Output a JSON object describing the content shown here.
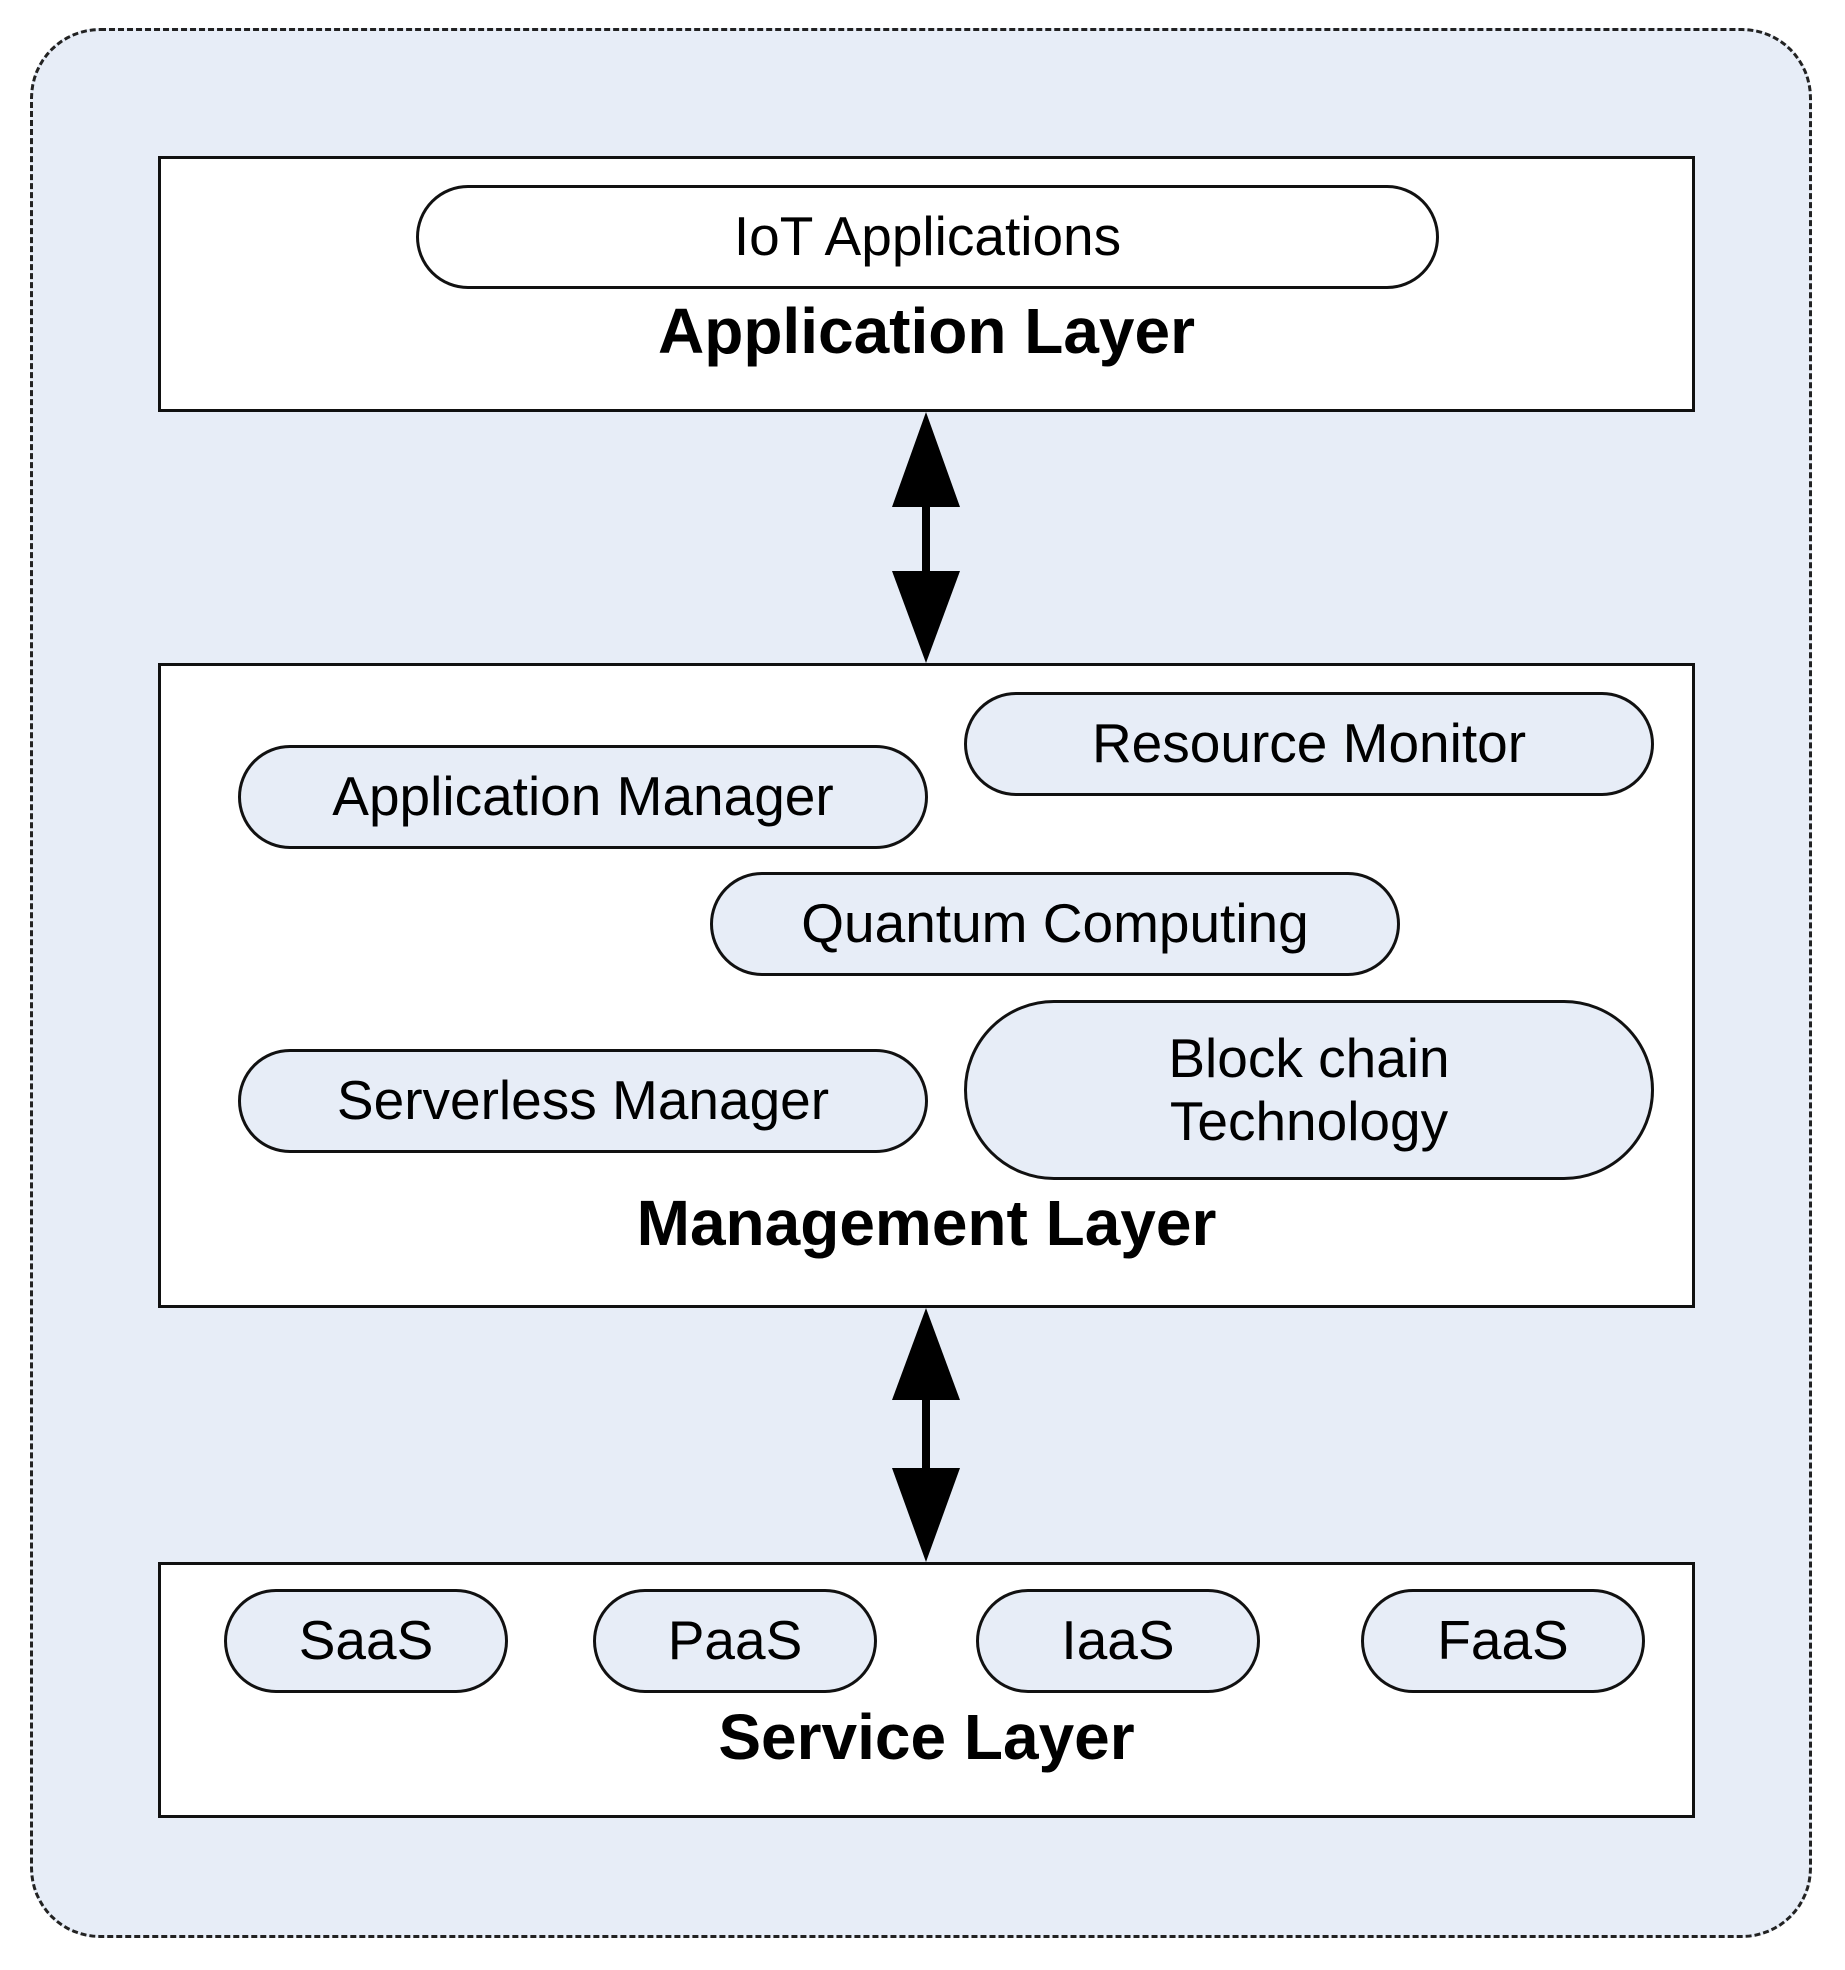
{
  "application_layer": {
    "title": "Application Layer",
    "items": [
      "IoT Applications"
    ]
  },
  "management_layer": {
    "title": "Management Layer",
    "items": {
      "resource_monitor": "Resource Monitor",
      "application_manager": "Application Manager",
      "quantum_computing": "Quantum Computing",
      "serverless_manager": "Serverless Manager",
      "blockchain": "Block chain\nTechnology"
    }
  },
  "service_layer": {
    "title": "Service Layer",
    "items": [
      "SaaS",
      "PaaS",
      "IaaS",
      "FaaS"
    ]
  },
  "colors": {
    "background_panel": "#e7edf7",
    "box_fill": "#ffffff",
    "stroke": "#111111"
  }
}
